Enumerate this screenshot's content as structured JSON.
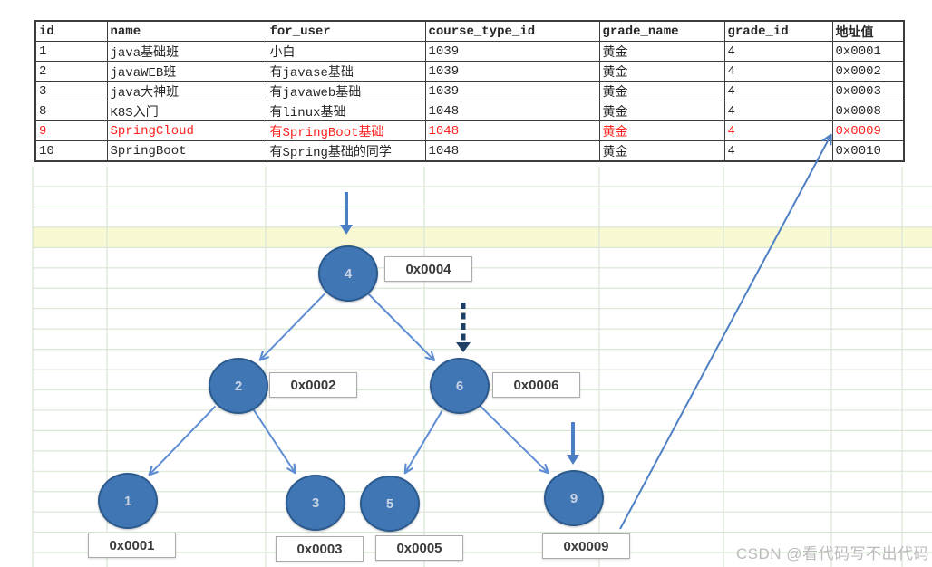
{
  "table": {
    "columns": [
      "id",
      "name",
      "for_user",
      "course_type_id",
      "grade_name",
      "grade_id",
      "地址值"
    ],
    "rows": [
      {
        "cells": [
          "1",
          "java基础班",
          "小白",
          "1039",
          "黄金",
          "4",
          "0x0001"
        ],
        "highlight": false
      },
      {
        "cells": [
          "2",
          "javaWEB班",
          "有javase基础",
          "1039",
          "黄金",
          "4",
          "0x0002"
        ],
        "highlight": false
      },
      {
        "cells": [
          "3",
          "java大神班",
          "有javaweb基础",
          "1039",
          "黄金",
          "4",
          "0x0003"
        ],
        "highlight": false
      },
      {
        "cells": [
          "8",
          "K8S入门",
          "有linux基础",
          "1048",
          "黄金",
          "4",
          "0x0008"
        ],
        "highlight": false
      },
      {
        "cells": [
          "9",
          "SpringCloud",
          "有SpringBoot基础",
          "1048",
          "黄金",
          "4",
          "0x0009"
        ],
        "highlight": true
      },
      {
        "cells": [
          "10",
          "SpringBoot",
          "有Spring基础的同学",
          "1048",
          "黄金",
          "4",
          "0x0010"
        ],
        "highlight": false
      }
    ]
  },
  "tree": {
    "nodes": [
      {
        "id": "4",
        "address": "0x0004"
      },
      {
        "id": "2",
        "address": "0x0002"
      },
      {
        "id": "6",
        "address": "0x0006"
      },
      {
        "id": "1",
        "address": "0x0001"
      },
      {
        "id": "3",
        "address": "0x0003"
      },
      {
        "id": "5",
        "address": "0x0005"
      },
      {
        "id": "9",
        "address": "0x0009"
      }
    ],
    "edges": [
      [
        "4",
        "2"
      ],
      [
        "4",
        "6"
      ],
      [
        "2",
        "1"
      ],
      [
        "2",
        "3"
      ],
      [
        "6",
        "5"
      ],
      [
        "6",
        "9"
      ]
    ]
  },
  "pointers": [
    {
      "name": "down-arrow-to-node-4",
      "style": "solid",
      "target_node": "4"
    },
    {
      "name": "dashed-down-arrow-to-node-6",
      "style": "dashed",
      "target_node": "6"
    },
    {
      "name": "down-arrow-to-node-9",
      "style": "solid",
      "target_node": "9"
    },
    {
      "name": "address-reference-arrow",
      "style": "line",
      "from_label": "0x0009",
      "to_table_cell": "0x0009"
    }
  ],
  "watermark": "CSDN @看代码写不出代码",
  "colors": {
    "node_fill": "#4076b4",
    "node_border": "#2b5a8e",
    "node_text": "#c9d3e6",
    "edge": "#5f8dd3",
    "pointer_solid": "#4b7ec5",
    "pointer_dashed": "#1f4066",
    "reference_line": "#4e80c3",
    "highlight_text": "#ff2020",
    "row_band": "#f8f8d2",
    "gridline": "#d9e7d5",
    "table_border": "#3c3c3c",
    "label_border": "#ababab",
    "label_text": "#3a3a3a",
    "watermark": "#bbbbbb"
  }
}
